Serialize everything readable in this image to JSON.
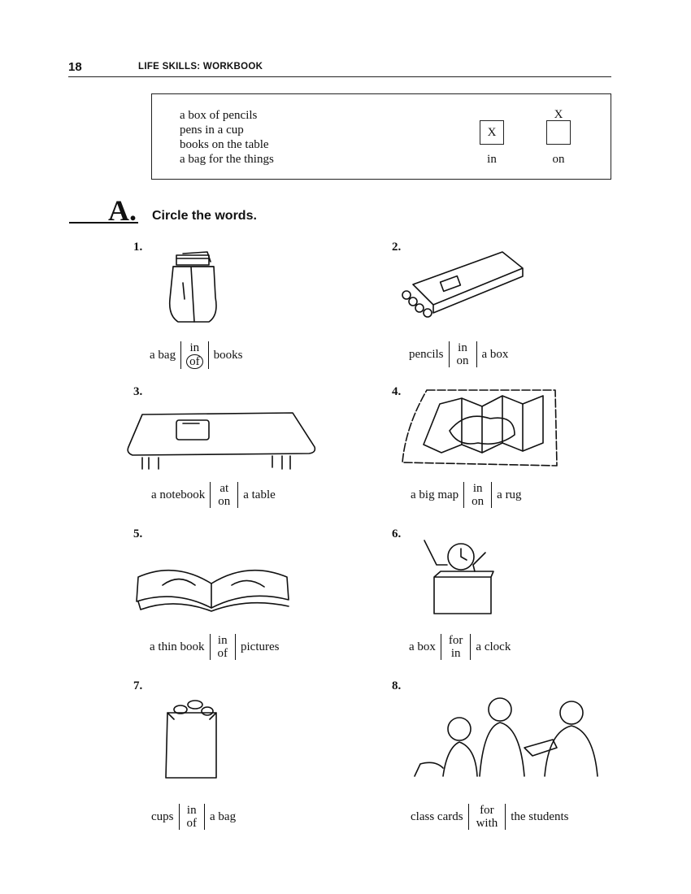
{
  "header": {
    "page_number": "18",
    "title": "LIFE SKILLS:  WORKBOOK"
  },
  "example": {
    "lines": [
      "a box of pencils",
      "pens in a cup",
      "books on the table",
      "a bag for the things"
    ],
    "in_label": "in",
    "on_label": "on",
    "mark": "X"
  },
  "section": {
    "letter": "A.",
    "instruction": "Circle the words."
  },
  "items": [
    {
      "number": "1.",
      "before": "a bag",
      "options": [
        "in",
        "of"
      ],
      "circled": "of",
      "after": "books",
      "icon": "bag-of-books-icon"
    },
    {
      "number": "2.",
      "before": "pencils",
      "options": [
        "in",
        "on"
      ],
      "after": "a box",
      "icon": "box-of-pencils-icon"
    },
    {
      "number": "3.",
      "before": "a notebook",
      "options": [
        "at",
        "on"
      ],
      "after": "a table",
      "icon": "notebook-on-table-icon"
    },
    {
      "number": "4.",
      "before": "a big map",
      "options": [
        "in",
        "on"
      ],
      "after": "a rug",
      "icon": "map-on-rug-icon"
    },
    {
      "number": "5.",
      "before": "a thin book",
      "options": [
        "in",
        "of"
      ],
      "after": "pictures",
      "icon": "picture-book-icon"
    },
    {
      "number": "6.",
      "before": "a box",
      "options": [
        "for",
        "in"
      ],
      "after": "a clock",
      "icon": "clock-in-box-icon"
    },
    {
      "number": "7.",
      "before": "cups",
      "options": [
        "in",
        "of"
      ],
      "after": "a bag",
      "icon": "bag-of-cups-icon"
    },
    {
      "number": "8.",
      "before": "class cards",
      "options": [
        "for",
        "with"
      ],
      "after": "the students",
      "icon": "students-icon"
    }
  ]
}
